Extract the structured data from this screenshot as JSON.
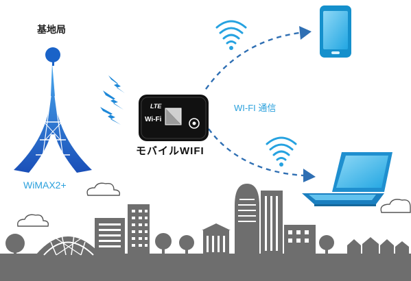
{
  "labels": {
    "base_station": "基地局",
    "network": "WiMAX2+",
    "router": "モバイルWIFI",
    "connection": "WI-FI 通信",
    "router_screen_lte": "LTE",
    "router_screen_wifi": "Wi-Fi"
  },
  "colors": {
    "tower_blue": "#1a63c8",
    "tower_light": "#4aa9ee",
    "signal_blue": "#1e88d8",
    "dashed_line": "#2f6fb3",
    "wifi_blue": "#26a2e0",
    "label_blue": "#2aa0dc",
    "city_gray": "#6e6e6e",
    "router_body": "#111111",
    "phone_cyan": "#29b6e8",
    "laptop_cyan": "#29b6e8"
  },
  "icons": {
    "tower": "radio-tower-icon",
    "antenna_signal": "lightning-signal-icon",
    "router": "mobile-router-icon",
    "wifi": "wifi-icon",
    "phone": "smartphone-icon",
    "laptop": "laptop-icon",
    "arrow": "arrow-head-icon",
    "cloud": "cloud-icon"
  }
}
